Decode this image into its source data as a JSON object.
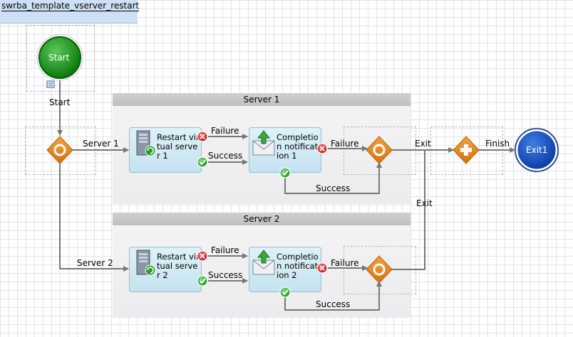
{
  "diagram": {
    "tab_title": "swrba_template_vserver_restart",
    "lanes": [
      {
        "title": "Server 1"
      },
      {
        "title": "Server 2"
      }
    ],
    "nodes": {
      "start": {
        "label": "Start",
        "caption": "Start"
      },
      "exit1": {
        "label": "Exit1"
      },
      "restart1": {
        "label": "Restart virtual server 1"
      },
      "restart2": {
        "label": "Restart virtual server 2"
      },
      "notify1": {
        "label": "Completion notification 1"
      },
      "notify2": {
        "label": "Completion notification 2"
      }
    },
    "edges": {
      "server1": "Server 1",
      "server2": "Server 2",
      "failure_r1": "Failure",
      "success_r1": "Success",
      "failure_n1": "Failure",
      "success_n1": "Success",
      "failure_r2": "Failure",
      "success_r2": "Success",
      "failure_n2": "Failure",
      "success_n2": "Success",
      "exit_top": "Exit",
      "exit_bottom": "Exit",
      "finish": "Finish"
    }
  }
}
